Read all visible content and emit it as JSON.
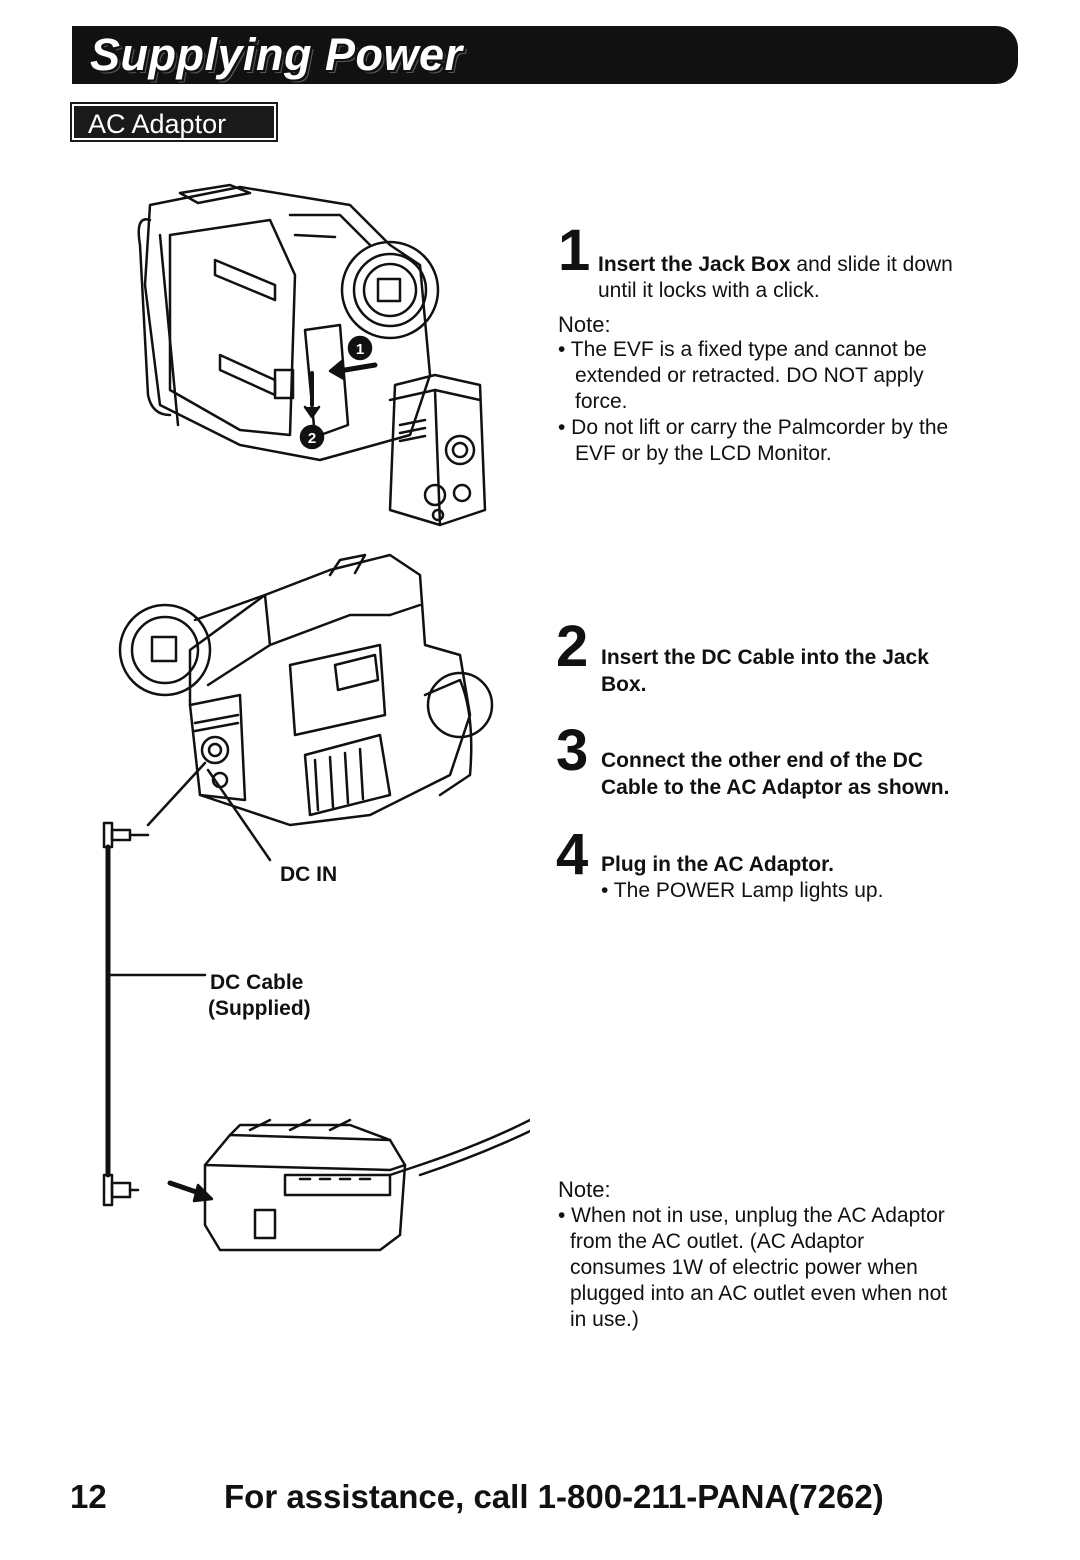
{
  "header": {
    "title": "Supplying Power",
    "section": "AC Adaptor"
  },
  "steps": [
    {
      "num": "1",
      "bold": "Insert the Jack Box",
      "rest": " and slide it down",
      "line2": "until it locks with a click."
    },
    {
      "num": "2",
      "line1": "Insert the DC Cable into the Jack",
      "line2": "Box."
    },
    {
      "num": "3",
      "line1": "Connect the other end of the DC",
      "line2": "Cable to the AC Adaptor as shown."
    },
    {
      "num": "4",
      "line1": "Plug in the AC Adaptor.",
      "bullet": "• The POWER Lamp lights up."
    }
  ],
  "note1": {
    "label": "Note:",
    "bullets": [
      [
        "• The EVF is a fixed type and cannot be",
        "extended or retracted. DO NOT apply",
        "force."
      ],
      [
        "•  Do not lift or carry the Palmcorder by the",
        "EVF or by the LCD Monitor."
      ]
    ]
  },
  "note2": {
    "label": "Note:",
    "lines": [
      "• When not in use, unplug the AC Adaptor",
      "from the AC outlet. (AC Adaptor",
      "consumes 1W of electric power when",
      "plugged into an AC outlet even when not",
      "in use.)"
    ]
  },
  "illustration_labels": {
    "dc_in": "DC IN",
    "dc_cable": "DC Cable",
    "supplied": "(Supplied)",
    "marker1": "1",
    "marker2": "2"
  },
  "footer": {
    "page": "12",
    "assistance": "For assistance, call 1-800-211-PANA(7262)"
  }
}
